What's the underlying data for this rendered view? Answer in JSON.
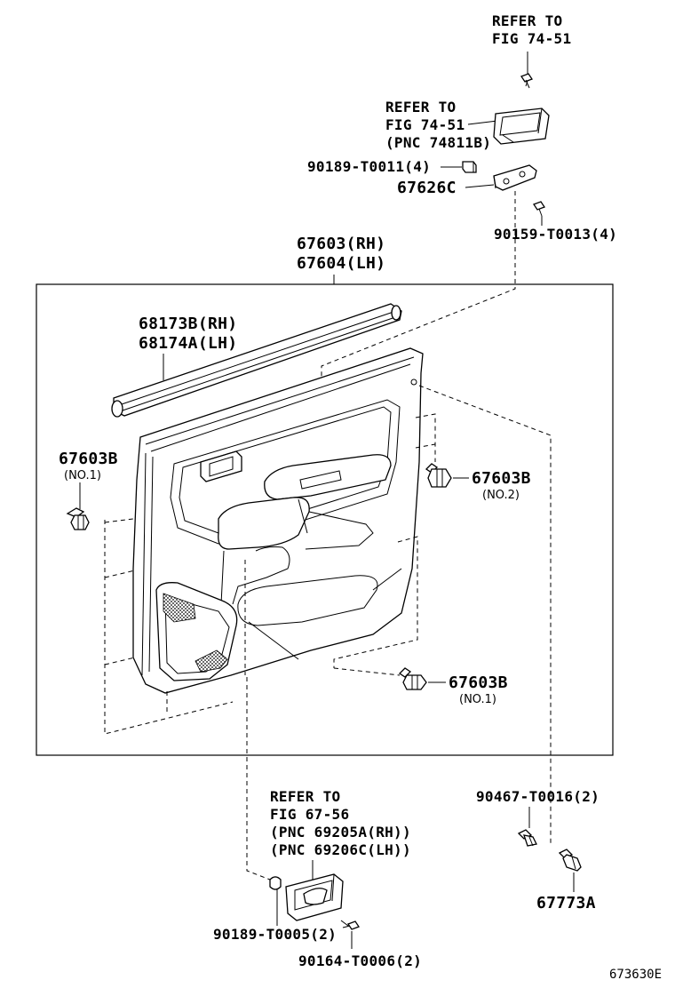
{
  "labels": {
    "refer_top_1": "REFER TO",
    "refer_top_2": "FIG 74-51",
    "refer_switch_1": "REFER TO",
    "refer_switch_2": "FIG 74-51",
    "refer_switch_3": "(PNC 74811B)",
    "part_90189_t0011": "90189-T0011(4)",
    "part_67626c": "67626C",
    "part_90159_t0013": "90159-T0013(4)",
    "part_67603_rh": "67603(RH)",
    "part_67604_lh": "67604(LH)",
    "part_68173b_rh": "68173B(RH)",
    "part_68174a_lh": "68174A(LH)",
    "part_67603b_left": "67603B",
    "part_67603b_left_sub": "(NO.1)",
    "part_67603b_right": "67603B",
    "part_67603b_right_sub": "(NO.2)",
    "part_67603b_bottom": "67603B",
    "part_67603b_bottom_sub": "(NO.1)",
    "refer_handle_1": "REFER TO",
    "refer_handle_2": "FIG 67-56",
    "refer_handle_3": "(PNC 69205A(RH))",
    "refer_handle_4": "(PNC 69206C(LH))",
    "part_90467_t0016": "90467-T0016(2)",
    "part_67773a": "67773A",
    "part_90189_t0005": "90189-T0005(2)",
    "part_90164_t0006": "90164-T0006(2)",
    "figure_code": "673630E"
  }
}
